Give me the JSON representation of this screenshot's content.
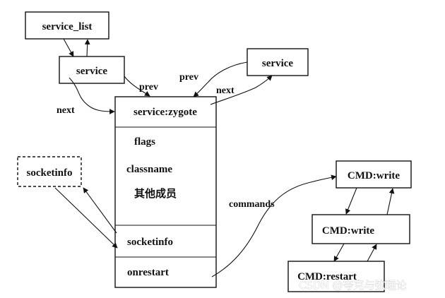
{
  "nodes": {
    "service_list": "service_list",
    "service_left": "service",
    "service_right": "service",
    "zygote_header": "service:zygote",
    "flags": "flags",
    "classname": "classname",
    "other_members": "其他成员",
    "socketinfo_field": "socketinfo",
    "onrestart_field": "onrestart",
    "socketinfo_box": "socketinfo",
    "cmd_write_1": "CMD:write",
    "cmd_write_2": "CMD:write",
    "cmd_restart": "CMD:restart"
  },
  "edge_labels": {
    "prev_left": "prev",
    "next_left": "next",
    "prev_right": "prev",
    "next_right": "next",
    "commands": "commands"
  },
  "watermark": "CSDN @夸克与弦理论"
}
